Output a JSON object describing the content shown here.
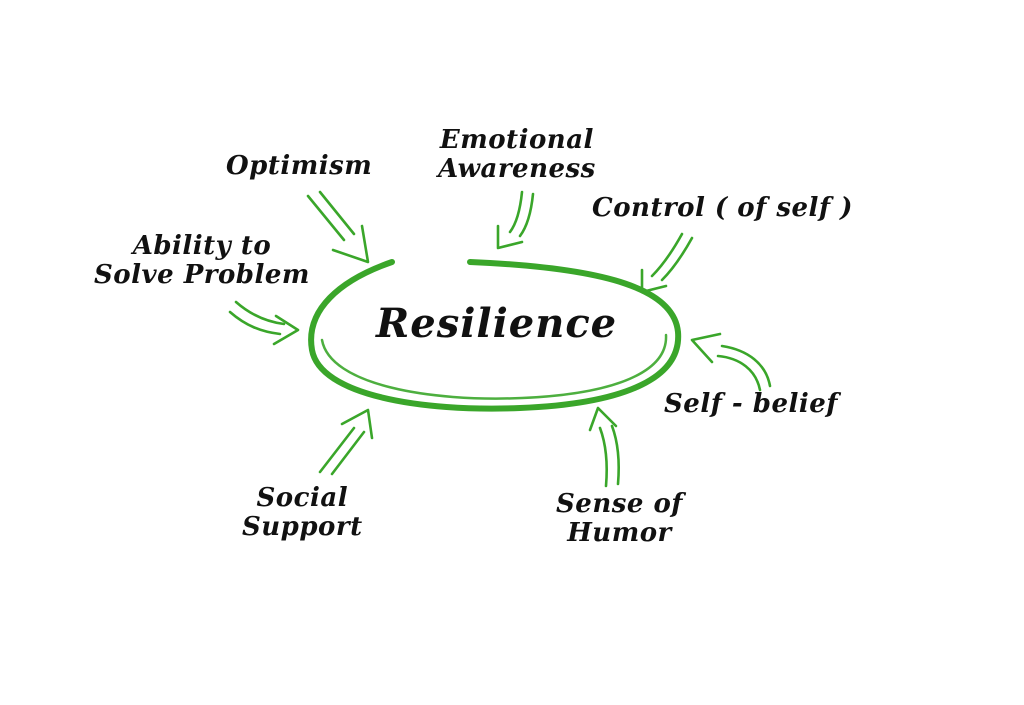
{
  "center": {
    "label": "Resilience"
  },
  "factors": {
    "optimism": {
      "lines": [
        "Optimism"
      ]
    },
    "emotional_awareness": {
      "lines": [
        "Emotional",
        "Awareness"
      ]
    },
    "control": {
      "lines": [
        "Control ( of self )"
      ]
    },
    "ability": {
      "lines": [
        "Ability to",
        "Solve Problem"
      ]
    },
    "self_belief": {
      "lines": [
        "Self - belief"
      ]
    },
    "social_support": {
      "lines": [
        "Social",
        "Support"
      ]
    },
    "sense_of_humor": {
      "lines": [
        "Sense of",
        "Humor"
      ]
    }
  },
  "colors": {
    "accent": "#3aa62a",
    "text": "#111111",
    "background": "#ffffff"
  }
}
